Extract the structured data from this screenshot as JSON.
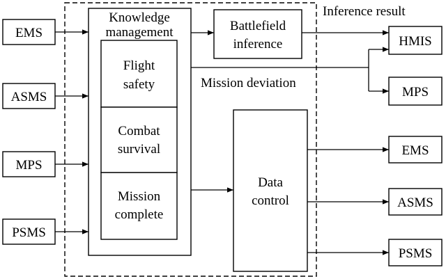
{
  "inputs": {
    "ems": "EMS",
    "asms": "ASMS",
    "mps": "MPS",
    "psms": "PSMS"
  },
  "knowledge_management": {
    "title_line1": "Knowledge",
    "title_line2": "management",
    "flight_safety": [
      "Flight",
      "safety"
    ],
    "combat_survival": [
      "Combat",
      "survival"
    ],
    "mission_complete": [
      "Mission",
      "complete"
    ]
  },
  "battlefield_inference": [
    "Battlefield",
    "inference"
  ],
  "data_control": [
    "Data",
    "control"
  ],
  "labels": {
    "inference_result": "Inference result",
    "mission_deviation": "Mission deviation"
  },
  "outputs": {
    "hmis": "HMIS",
    "mps": "MPS",
    "ems": "EMS",
    "asms": "ASMS",
    "psms": "PSMS"
  }
}
